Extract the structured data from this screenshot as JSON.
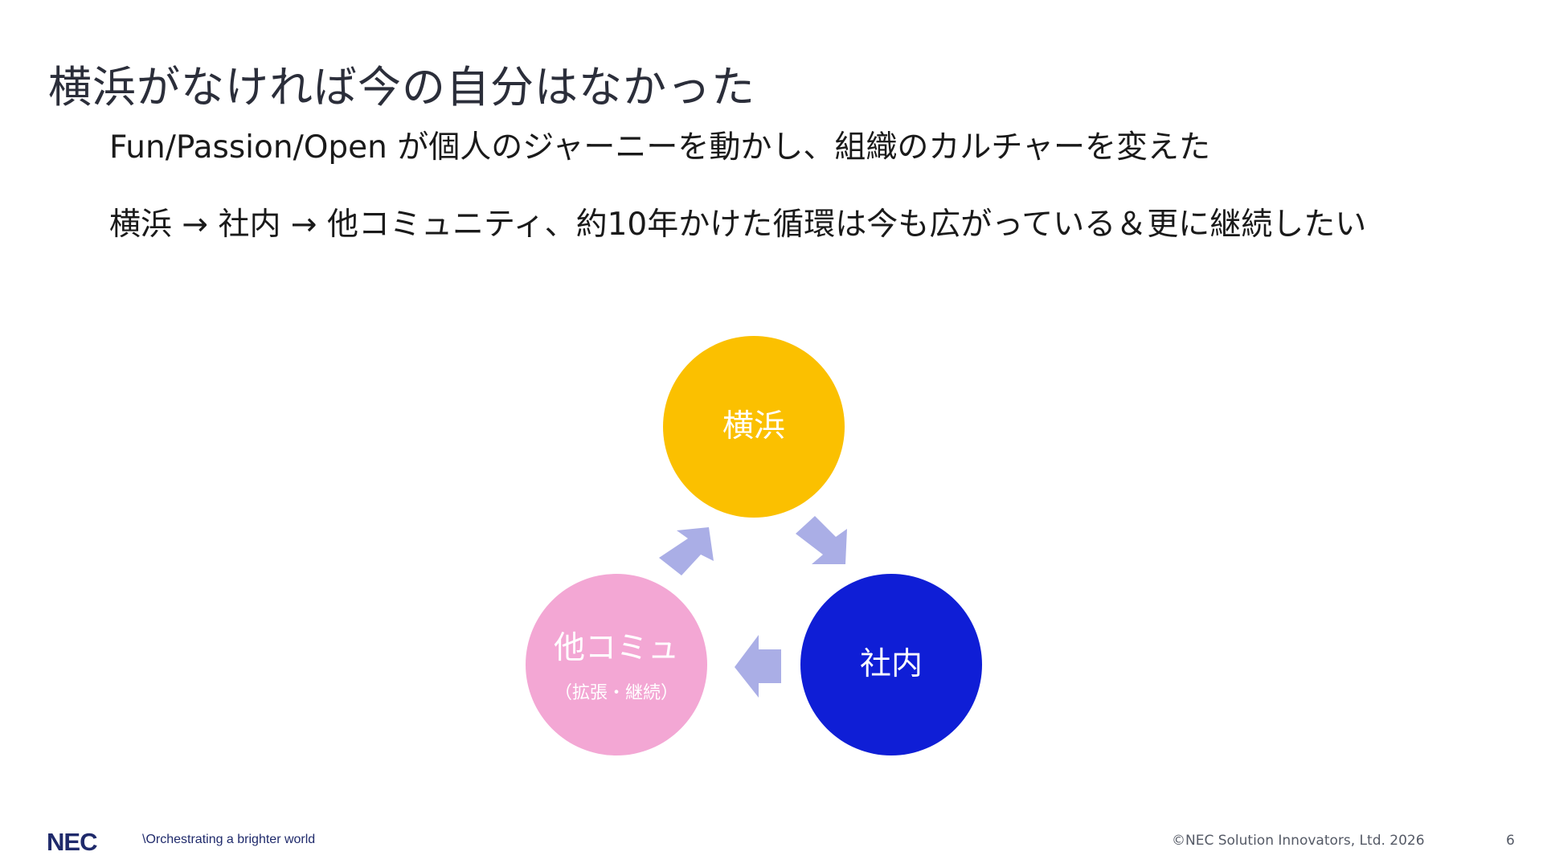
{
  "slide": {
    "title": "横浜がなければ今の自分はなかった",
    "line1": "Fun/Passion/Open が個人のジャーニーを動かし、組織のカルチャーを変えた",
    "line2": "横浜 → 社内 → 他コミュニティ、約10年かけた循環は今も広がっている＆更に継続したい"
  },
  "cycle": {
    "nodes": [
      {
        "label": "横浜",
        "color": "#fbc000"
      },
      {
        "label": "社内",
        "color": "#0f1ed6"
      },
      {
        "label": "他コミュ",
        "sub": "（拡張・継続）",
        "color": "#f3a7d4"
      }
    ],
    "arrow_color": "#aaaee6"
  },
  "footer": {
    "logo": "NEC",
    "tagline": "\\Orchestrating a brighter world",
    "copyright": "©NEC Solution Innovators, Ltd. 2026",
    "page_number": "6"
  }
}
